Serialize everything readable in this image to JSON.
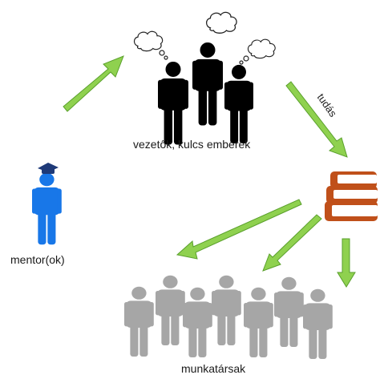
{
  "labels": {
    "leaders": "vezetők, kulcs emberek",
    "mentor": "mentor(ok)",
    "workers": "munkatársak",
    "knowledge": "tudás"
  },
  "colors": {
    "arrow_fill": "#8fd14f",
    "arrow_stroke": "#5aa02c",
    "leader": "#000000",
    "mentor": "#1877e8",
    "mentor_hat": "#1e3a78",
    "worker": "#a6a6a6",
    "book": "#c0501a",
    "book_pages": "#ffffff"
  },
  "icons": {
    "thought_bubble": "thought-bubble-icon",
    "person": "person-icon",
    "books": "books-icon",
    "arrow": "arrow-icon"
  }
}
